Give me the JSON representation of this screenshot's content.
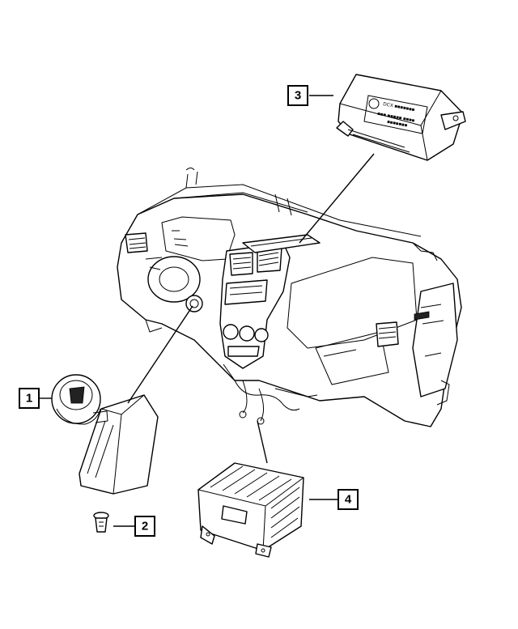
{
  "callouts": {
    "c1": "1",
    "c2": "2",
    "c3": "3",
    "c4": "4"
  },
  "module_label": {
    "line1": "DCX ■■■■■■■",
    "line2": "■■■ ■■■■■ ■■■■",
    "line3": "■■■■■■■"
  },
  "colors": {
    "ink": "#000000",
    "paper": "#ffffff"
  }
}
